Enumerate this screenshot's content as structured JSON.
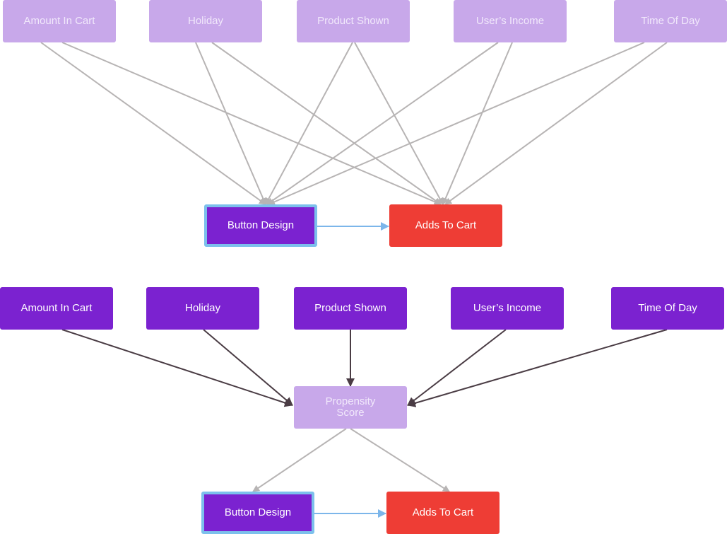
{
  "top": {
    "confounders": [
      "Amount In Cart",
      "Holiday",
      "Product Shown",
      "User’s Income",
      "Time Of Day"
    ],
    "treatment": "Button Design",
    "outcome": "Adds To Cart"
  },
  "bottom": {
    "confounders": [
      "Amount In Cart",
      "Holiday",
      "Product Shown",
      "User’s Income",
      "Time Of Day"
    ],
    "propensity": "Propensity\nScore",
    "treatment": "Button Design",
    "outcome": "Adds To Cart"
  },
  "colors": {
    "faded_node": "#c8a8ea",
    "solid_node": "#7b22d0",
    "outcome_node": "#ee3d35",
    "treatment_border": "#7cc0ec",
    "gray_arrow": "#b7b4b4",
    "dark_arrow": "#4a3c44",
    "blue_arrow": "#7cb6ea"
  }
}
